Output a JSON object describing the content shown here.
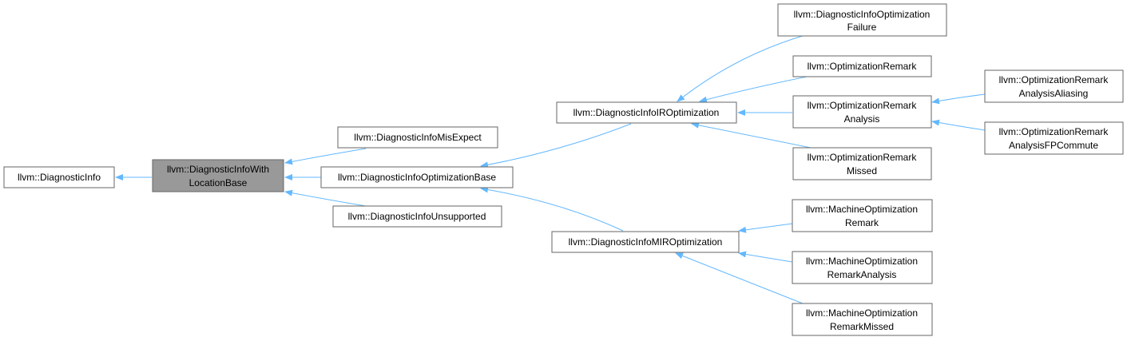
{
  "nodes": {
    "di": {
      "lines": [
        "llvm::DiagnosticInfo"
      ]
    },
    "diwl": {
      "lines": [
        "llvm::DiagnosticInfoWith",
        "LocationBase"
      ]
    },
    "dime": {
      "lines": [
        "llvm::DiagnosticInfoMisExpect"
      ]
    },
    "diob": {
      "lines": [
        "llvm::DiagnosticInfoOptimizationBase"
      ]
    },
    "diu": {
      "lines": [
        "llvm::DiagnosticInfoUnsupported"
      ]
    },
    "diiro": {
      "lines": [
        "llvm::DiagnosticInfoIROptimization"
      ]
    },
    "dimiro": {
      "lines": [
        "llvm::DiagnosticInfoMIROptimization"
      ]
    },
    "diof": {
      "lines": [
        "llvm::DiagnosticInfoOptimization",
        "Failure"
      ]
    },
    "or": {
      "lines": [
        "llvm::OptimizationRemark"
      ]
    },
    "ora": {
      "lines": [
        "llvm::OptimizationRemark",
        "Analysis"
      ]
    },
    "orm": {
      "lines": [
        "llvm::OptimizationRemark",
        "Missed"
      ]
    },
    "oraa": {
      "lines": [
        "llvm::OptimizationRemark",
        "AnalysisAliasing"
      ]
    },
    "orafp": {
      "lines": [
        "llvm::OptimizationRemark",
        "AnalysisFPCommute"
      ]
    },
    "mor": {
      "lines": [
        "llvm::MachineOptimization",
        "Remark"
      ]
    },
    "mora": {
      "lines": [
        "llvm::MachineOptimization",
        "RemarkAnalysis"
      ]
    },
    "morm": {
      "lines": [
        "llvm::MachineOptimization",
        "RemarkMissed"
      ]
    }
  },
  "edges": [
    {
      "from": "diwl",
      "to": "di"
    },
    {
      "from": "dime",
      "to": "diwl"
    },
    {
      "from": "diob",
      "to": "diwl"
    },
    {
      "from": "diu",
      "to": "diwl"
    },
    {
      "from": "diiro",
      "to": "diob"
    },
    {
      "from": "dimiro",
      "to": "diob"
    },
    {
      "from": "diof",
      "to": "diiro"
    },
    {
      "from": "or",
      "to": "diiro"
    },
    {
      "from": "ora",
      "to": "diiro"
    },
    {
      "from": "orm",
      "to": "diiro"
    },
    {
      "from": "oraa",
      "to": "ora"
    },
    {
      "from": "orafp",
      "to": "ora"
    },
    {
      "from": "mor",
      "to": "dimiro"
    },
    {
      "from": "mora",
      "to": "dimiro"
    },
    {
      "from": "morm",
      "to": "dimiro"
    }
  ],
  "colors": {
    "edge": "#63b8ff",
    "border": "#666666",
    "current_fill": "#999999"
  },
  "current_node": "diwl"
}
